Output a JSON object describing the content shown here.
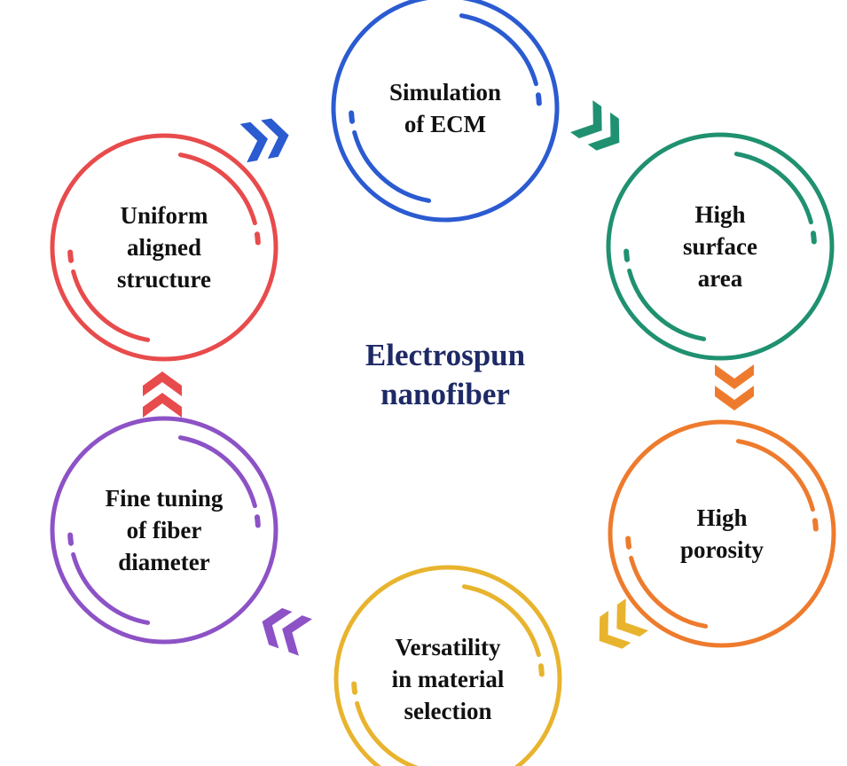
{
  "center": {
    "lines": [
      "Electrospun",
      "nanofiber"
    ],
    "color": "#1e2a66"
  },
  "nodes": [
    {
      "id": "simulation-of-ecm",
      "lines": [
        "Simulation",
        "of ECM"
      ],
      "color": "#2b5bd1"
    },
    {
      "id": "high-surface-area",
      "lines": [
        "High",
        "surface",
        "area"
      ],
      "color": "#1f9170"
    },
    {
      "id": "high-porosity",
      "lines": [
        "High",
        "porosity"
      ],
      "color": "#ee7b2d"
    },
    {
      "id": "versatility-in-material-selection",
      "lines": [
        "Versatility",
        "in material",
        "selection"
      ],
      "color": "#e8b42e"
    },
    {
      "id": "fine-tuning-of-fiber-diameter",
      "lines": [
        "Fine tuning",
        "of fiber",
        "diameter"
      ],
      "color": "#8d52c6"
    },
    {
      "id": "uniform-aligned-structure",
      "lines": [
        "Uniform",
        "aligned",
        "structure"
      ],
      "color": "#e84b4c"
    }
  ]
}
